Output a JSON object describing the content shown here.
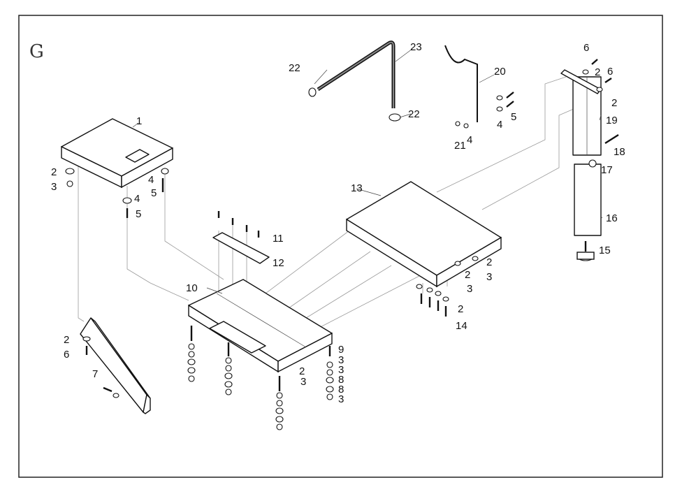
{
  "section_letter": "G",
  "callouts": {
    "c1": "1",
    "c2a": "2",
    "c3a": "3",
    "c4a": "4",
    "c5a": "5",
    "c4b": "4",
    "c5b": "5",
    "c11": "11",
    "c12": "12",
    "c10": "10",
    "c13": "13",
    "c2b": "2",
    "c3b": "3",
    "c2c": "2",
    "c3c": "3",
    "c2d": "2",
    "c14": "14",
    "c23": "23",
    "c22a": "22",
    "c22b": "22",
    "c20": "20",
    "c5c": "5",
    "c4c": "4",
    "c21": "21",
    "c4d": "4",
    "c6a": "6",
    "c2e": "2",
    "c6b": "6",
    "c2f": "2",
    "c19": "19",
    "c18": "18",
    "c17": "17",
    "c16": "16",
    "c15": "15",
    "c2g": "2",
    "c6c": "6",
    "c7": "7",
    "c2h": "2",
    "c3d": "3",
    "c9": "9",
    "c3e": "3",
    "c3f": "3",
    "c8a": "8",
    "c8b": "8",
    "c3g": "3"
  }
}
